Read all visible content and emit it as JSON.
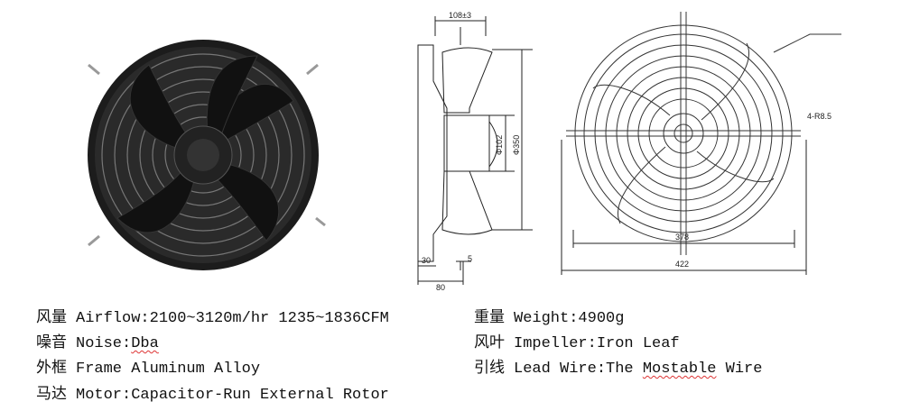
{
  "drawing": {
    "side_view": {
      "depth": "108±3",
      "hub_diameter": "Φ102",
      "overall_diameter": "Φ350",
      "guard_depth": "30",
      "flange": "5",
      "total_depth": "80"
    },
    "front_view": {
      "mount_hole_spacing": "378",
      "overall_width": "422",
      "mount_holes": "4-R8.5"
    }
  },
  "specs": {
    "left": [
      {
        "cn": "风量",
        "en": "Airflow:2100~3120m/hr 1235~1836CFM"
      },
      {
        "cn": "噪音",
        "en_prefix": "Noise:",
        "en_flag": "Dba"
      },
      {
        "cn": "外框",
        "en": "Frame Aluminum Alloy"
      },
      {
        "cn": "马达",
        "en": "Motor:Capacitor-Run External Rotor"
      }
    ],
    "right": [
      {
        "cn": "重量",
        "en": "Weight:4900g"
      },
      {
        "cn": "风叶",
        "en": "Impeller:Iron Leaf"
      },
      {
        "cn": "引线",
        "en_prefix": "Lead Wire:The ",
        "en_flag": "Mostable",
        "en_suffix": " Wire"
      }
    ]
  }
}
